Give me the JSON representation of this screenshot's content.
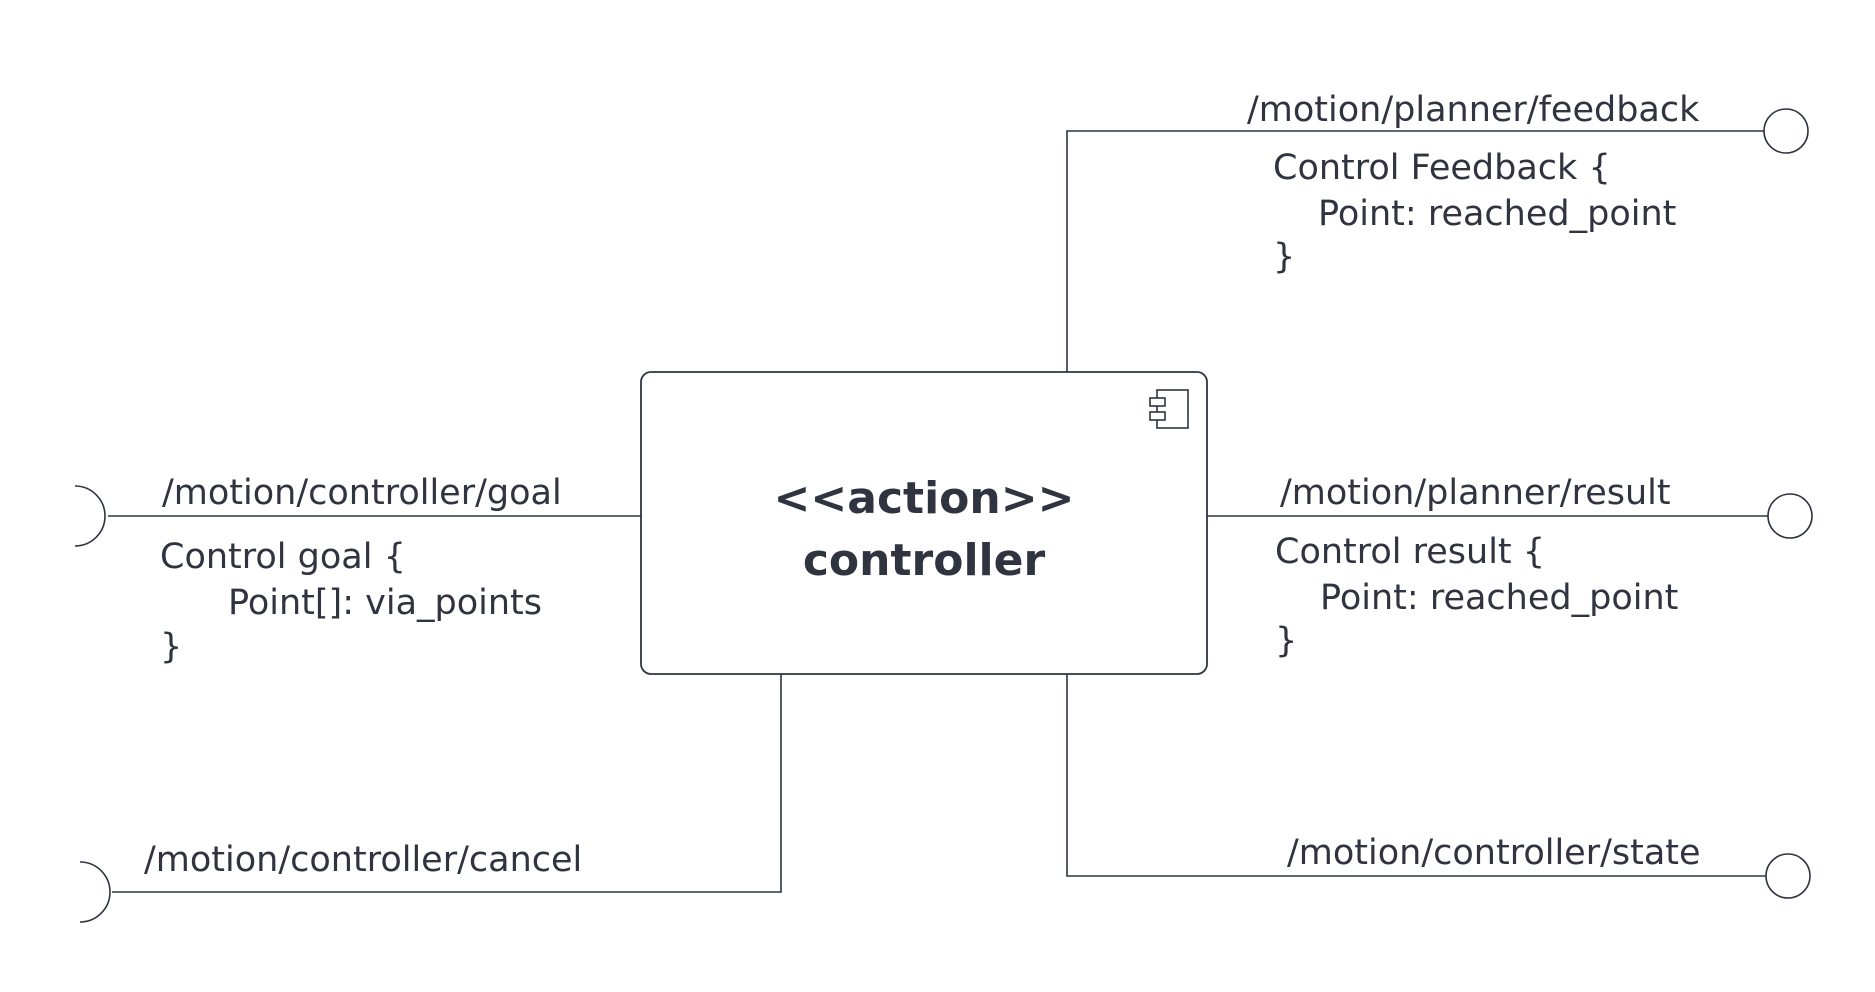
{
  "component": {
    "stereotype": "<<action>>",
    "name": "controller",
    "icon": "component-icon"
  },
  "interfaces": {
    "goal": {
      "topic": "/motion/controller/goal",
      "kind": "required",
      "message": [
        "Control goal {",
        "Point[]: via_points",
        "}"
      ]
    },
    "cancel": {
      "topic": "/motion/controller/cancel",
      "kind": "required"
    },
    "feedback": {
      "topic": "/motion/planner/feedback",
      "kind": "provided",
      "message": [
        "Control Feedback {",
        "Point: reached_point",
        "}"
      ]
    },
    "result": {
      "topic": "/motion/planner/result",
      "kind": "provided",
      "message": [
        "Control result {",
        "Point: reached_point",
        "}"
      ]
    },
    "state": {
      "topic": "/motion/controller/state",
      "kind": "provided"
    }
  },
  "colors": {
    "stroke": "#2f3440",
    "text": "#2f3440",
    "background": "#ffffff"
  }
}
